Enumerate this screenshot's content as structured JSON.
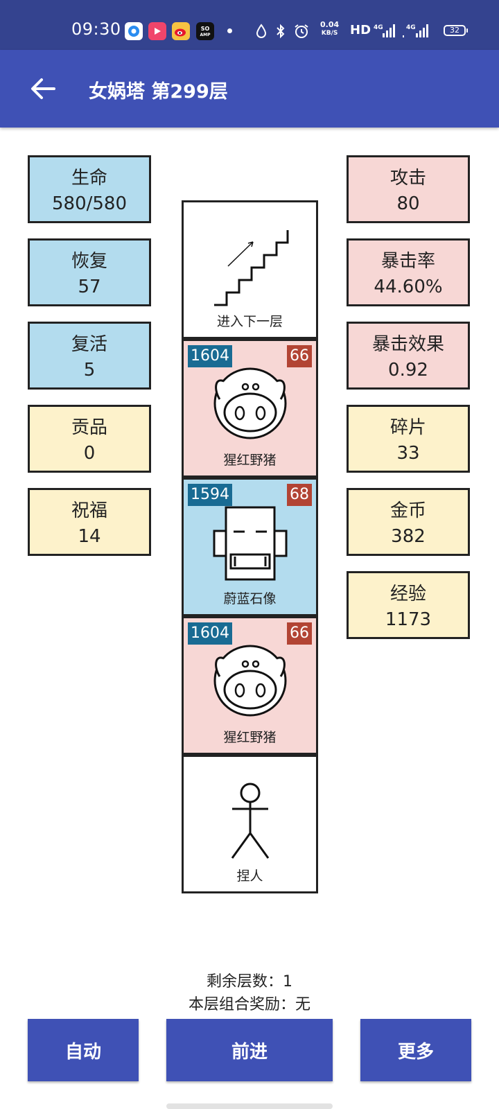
{
  "status_bar": {
    "time": "09:30",
    "speed_value": "0.04",
    "speed_unit": "KB/S",
    "hd": "HD",
    "battery": "32",
    "app_icons": [
      "qq-browser-icon",
      "video-app-icon",
      "weibo-icon",
      "soul-app-icon"
    ]
  },
  "header": {
    "title": "女娲塔 第299层"
  },
  "left_stats": [
    {
      "label": "生命",
      "value": "580/580",
      "color": "#b3dcee"
    },
    {
      "label": "恢复",
      "value": "57",
      "color": "#b3dcee"
    },
    {
      "label": "复活",
      "value": "5",
      "color": "#b3dcee"
    },
    {
      "label": "贡品",
      "value": "0",
      "color": "#fdf2cb"
    },
    {
      "label": "祝福",
      "value": "14",
      "color": "#fdf2cb"
    }
  ],
  "right_stats": [
    {
      "label": "攻击",
      "value": "80",
      "color": "#f7d7d5"
    },
    {
      "label": "暴击率",
      "value": "44.60%",
      "color": "#f7d7d5"
    },
    {
      "label": "暴击效果",
      "value": "0.92",
      "color": "#f7d7d5"
    },
    {
      "label": "碎片",
      "value": "33",
      "color": "#fdf2cb"
    },
    {
      "label": "金币",
      "value": "382",
      "color": "#fdf2cb"
    },
    {
      "label": "经验",
      "value": "1173",
      "color": "#fdf2cb"
    }
  ],
  "tower": [
    {
      "name": "进入下一层",
      "icon": "stairs-icon"
    },
    {
      "name": "猩红野猪",
      "hp": "1604",
      "atk": "66",
      "icon": "boar-icon",
      "color": "#f7d7d5"
    },
    {
      "name": "蔚蓝石像",
      "hp": "1594",
      "atk": "68",
      "icon": "stone-statue-icon",
      "color": "#b3dcee"
    },
    {
      "name": "猩红野猪",
      "hp": "1604",
      "atk": "66",
      "icon": "boar-icon",
      "color": "#f7d7d5"
    },
    {
      "name": "捏人",
      "icon": "stick-figure-icon"
    }
  ],
  "footer": {
    "remaining_floors": "剩余层数：1",
    "floor_bonus": "本层组合奖励：无"
  },
  "buttons": {
    "auto": "自动",
    "advance": "前进",
    "more": "更多"
  },
  "colors": {
    "status_bar": "#34438f",
    "app_bar": "#3f51b5",
    "hp_badge": "#196b93",
    "atk_badge": "#b24434"
  }
}
